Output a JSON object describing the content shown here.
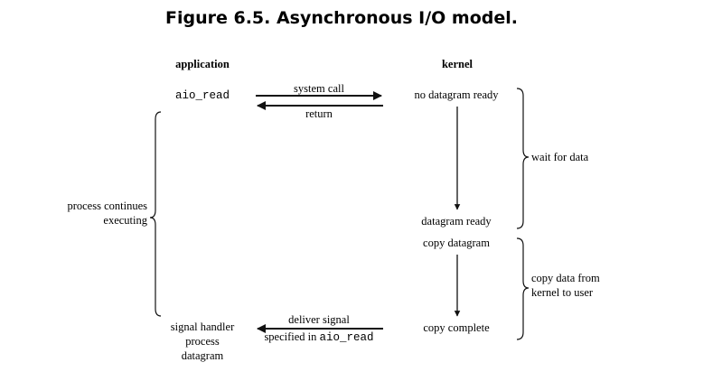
{
  "figure": {
    "title": "Figure 6.5. Asynchronous I/O model."
  },
  "columns": {
    "application": "application",
    "kernel": "kernel"
  },
  "application": {
    "call": "aio_read",
    "signal_handler": [
      "signal handler",
      "process",
      "datagram"
    ]
  },
  "arrows": {
    "system_call": "system call",
    "return": "return",
    "deliver_signal": "deliver signal",
    "specified_prefix": "specified in ",
    "specified_code": "aio_read"
  },
  "kernel": {
    "no_datagram_ready": "no datagram ready",
    "datagram_ready": "datagram ready",
    "copy_datagram": "copy datagram",
    "copy_complete": "copy complete"
  },
  "braces": {
    "process_continues": [
      "process continues",
      "executing"
    ],
    "wait_for_data": "wait for data",
    "copy_data": [
      "copy data from",
      "kernel to user"
    ]
  }
}
